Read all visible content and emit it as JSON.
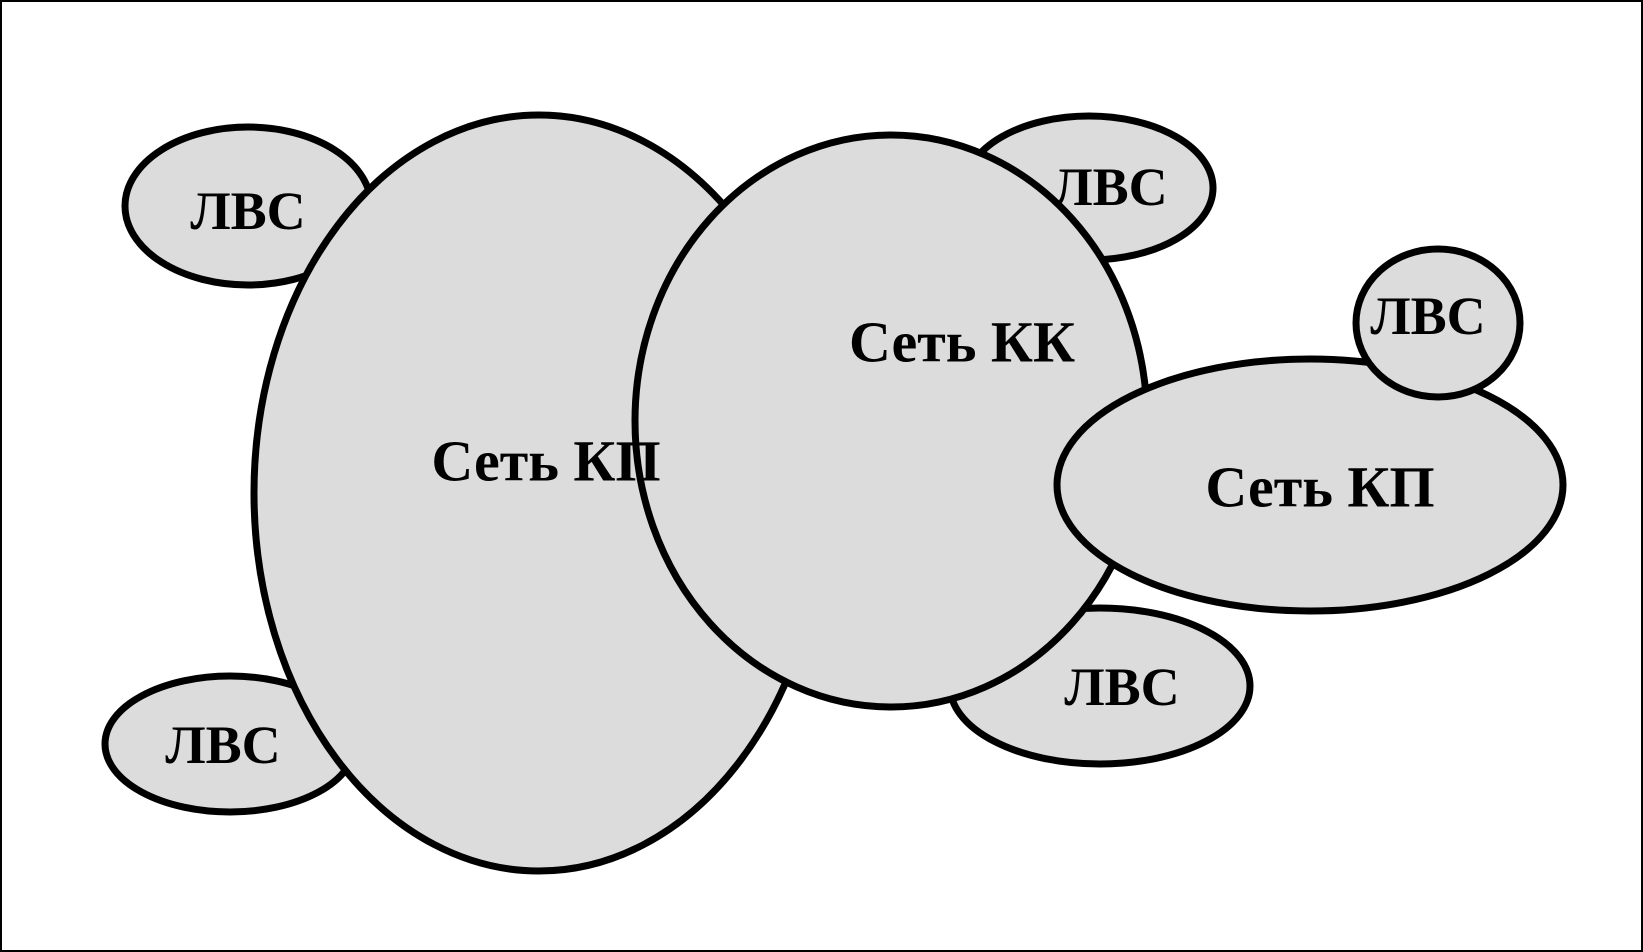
{
  "colors": {
    "background": "#ffffff",
    "fill": "#dcdcdc",
    "stroke": "#000000",
    "frame": "#000000"
  },
  "networks": {
    "kp_left": {
      "label": "Сеть КП"
    },
    "kk": {
      "label": "Сеть КК"
    },
    "kp_right": {
      "label": "Сеть КП"
    }
  },
  "lans": {
    "top_left": {
      "label": "ЛВС"
    },
    "bottom_left": {
      "label": "ЛВС"
    },
    "top_center": {
      "label": "ЛВС"
    },
    "top_right": {
      "label": "ЛВС"
    },
    "bottom_center": {
      "label": "ЛВС"
    }
  }
}
